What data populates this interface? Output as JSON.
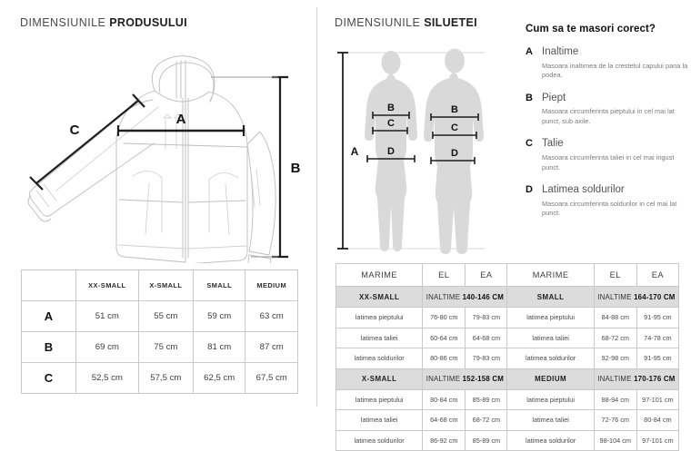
{
  "panels": {
    "left_title_pre": "DIMENSIUNILE ",
    "left_title_strong": "PRODUSULUI",
    "right_title_pre": "DIMENSIUNILE ",
    "right_title_strong": "SILUETEI"
  },
  "product_diagram": {
    "labels": {
      "a": "A",
      "b": "B",
      "c": "C"
    }
  },
  "silhouette_diagram": {
    "labels": {
      "height": "A",
      "female": {
        "chest": "B",
        "waist": "C",
        "hips": "D"
      },
      "male": {
        "chest": "B",
        "waist": "C",
        "hips": "D"
      }
    }
  },
  "howto": {
    "title": "Cum sa te masori corect?",
    "items": [
      {
        "letter": "A",
        "name": "Inaltime",
        "desc": "Masoara inaltimea de la crestetul capului pana la podea."
      },
      {
        "letter": "B",
        "name": "Piept",
        "desc": "Masoara circumferinta pieptului in cel mai lat punct, sub axile."
      },
      {
        "letter": "C",
        "name": "Talie",
        "desc": "Masoara circumferinta taliei in cel mai ingust punct."
      },
      {
        "letter": "D",
        "name": "Latimea soldurilor",
        "desc": "Masoara circumferinta soldurilor in cel mai lat punct."
      }
    ]
  },
  "product_table": {
    "corner": "",
    "columns": [
      "XX-SMALL",
      "X-SMALL",
      "SMALL",
      "MEDIUM"
    ],
    "rows": [
      {
        "label": "A",
        "values": [
          "51 cm",
          "55 cm",
          "59 cm",
          "63 cm"
        ]
      },
      {
        "label": "B",
        "values": [
          "69 cm",
          "75 cm",
          "81 cm",
          "87 cm"
        ]
      },
      {
        "label": "C",
        "values": [
          "52,5 cm",
          "57,5 cm",
          "62,5 cm",
          "67,5 cm"
        ]
      }
    ]
  },
  "size_table": {
    "headers": [
      "MARIME",
      "EL",
      "EA",
      "MARIME",
      "EL",
      "EA"
    ],
    "groups": [
      {
        "left": {
          "size": "XX-SMALL",
          "height_pre": "INALTIME ",
          "height_value": "140-146 CM",
          "rows": [
            {
              "label": "latimea pieptului",
              "el": "76-80 cm",
              "ea": "79-83 cm"
            },
            {
              "label": "latimea taliei",
              "el": "60-64 cm",
              "ea": "64-68 cm"
            },
            {
              "label": "latimea soldurilor",
              "el": "80-86 cm",
              "ea": "79-83 cm"
            }
          ]
        },
        "right": {
          "size": "SMALL",
          "height_pre": "INALTIME ",
          "height_value": "164-170 CM",
          "rows": [
            {
              "label": "latimea pieptului",
              "el": "84-88 cm",
              "ea": "91-95 cm"
            },
            {
              "label": "latimea taliei",
              "el": "68-72 cm",
              "ea": "74-78 cm"
            },
            {
              "label": "latimea soldurilor",
              "el": "92-98 cm",
              "ea": "91-95 cm"
            }
          ]
        }
      },
      {
        "left": {
          "size": "X-SMALL",
          "height_pre": "INALTIME ",
          "height_value": "152-158 CM",
          "rows": [
            {
              "label": "latimea pieptului",
              "el": "80-84 cm",
              "ea": "85-89 cm"
            },
            {
              "label": "latimea taliei",
              "el": "64-68 cm",
              "ea": "68-72 cm"
            },
            {
              "label": "latimea soldurilor",
              "el": "86-92 cm",
              "ea": "85-89 cm"
            }
          ]
        },
        "right": {
          "size": "MEDIUM",
          "height_pre": "INALTIME ",
          "height_value": "170-176 CM",
          "rows": [
            {
              "label": "latimea pieptului",
              "el": "88-94 cm",
              "ea": "97-101 cm"
            },
            {
              "label": "latimea taliei",
              "el": "72-76 cm",
              "ea": "80-84 cm"
            },
            {
              "label": "latimea soldurilor",
              "el": "98-104 cm",
              "ea": "97-101 cm"
            }
          ]
        }
      }
    ]
  },
  "colors": {
    "silhouette_fill": "#d9d9d9",
    "line": "#c9c9c9",
    "band": "#dcdcdc",
    "ink": "#1f1f1f"
  }
}
